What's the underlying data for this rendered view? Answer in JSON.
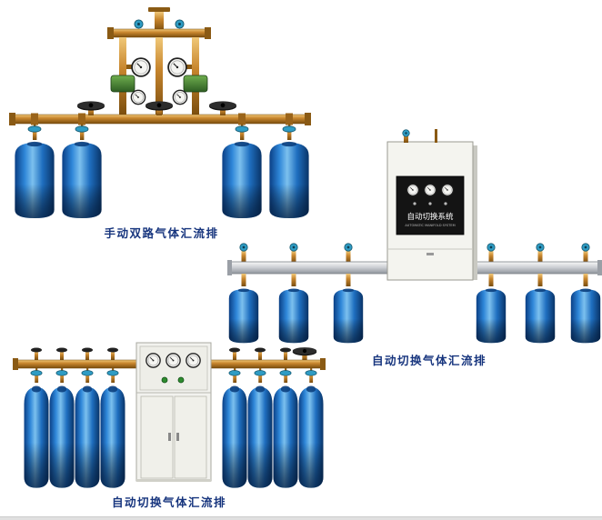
{
  "figures": {
    "manual_dual": {
      "caption": "手动双路气体汇流排"
    },
    "auto_switch_wall": {
      "caption": "自动切换气体汇流排",
      "cabinet_line1": "自动切换系统",
      "cabinet_line2": "AUTOMATIC MANIFOLD SYSTEM"
    },
    "auto_switch_floor": {
      "caption": "自动切换气体汇流排"
    }
  },
  "colors": {
    "caption_text": "#17357e",
    "cylinder_blue": "#1f6fc0",
    "cylinder_dark": "#093468",
    "brass_pipe": "#c8862e",
    "silver_bar": "#c9ccd1",
    "cabinet_body": "#f2f2ee",
    "cabinet_panel": "#141414",
    "teal_knob": "#2f9cc4",
    "regulator_green": "#3f7d3a"
  }
}
